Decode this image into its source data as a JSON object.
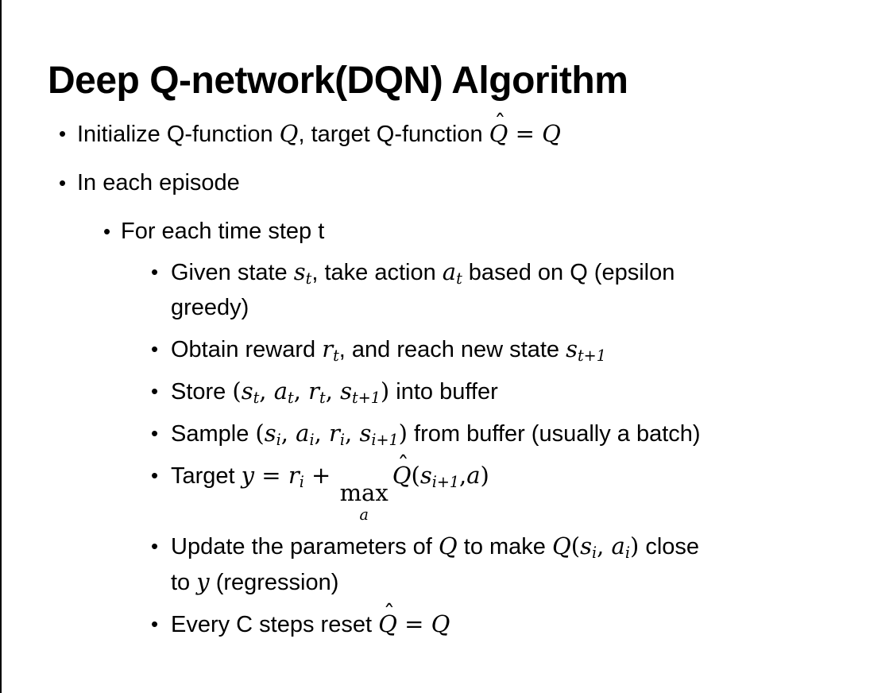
{
  "slide": {
    "title": "Deep Q-network(DQN) Algorithm",
    "bullets": [
      {
        "level": 1,
        "segments": [
          [
            "t",
            "Initialize Q-function "
          ],
          [
            "m",
            "Q"
          ],
          [
            "t",
            ", target Q-function "
          ],
          [
            "hat",
            "Q"
          ],
          [
            "mn",
            " = "
          ],
          [
            "m",
            "Q"
          ]
        ]
      },
      {
        "level": 1,
        "segments": [
          [
            "t",
            "In each episode"
          ]
        ]
      },
      {
        "level": 2,
        "segments": [
          [
            "t",
            "For each time step t"
          ]
        ]
      },
      {
        "level": 3,
        "segments": [
          [
            "t",
            "Given state "
          ],
          [
            "msub",
            "s",
            "t"
          ],
          [
            "t",
            ", take action "
          ],
          [
            "msub",
            "a",
            "t"
          ],
          [
            "t",
            " based on Q (epsilon"
          ],
          [
            "br"
          ],
          [
            "t",
            "greedy)"
          ]
        ]
      },
      {
        "level": 3,
        "segments": [
          [
            "t",
            "Obtain reward "
          ],
          [
            "msub",
            "r",
            "t"
          ],
          [
            "t",
            ", and reach new state "
          ],
          [
            "msub",
            "s",
            "t+1"
          ]
        ]
      },
      {
        "level": 3,
        "segments": [
          [
            "t",
            "Store "
          ],
          [
            "mn",
            "("
          ],
          [
            "msub",
            "s",
            "t"
          ],
          [
            "mn",
            ", "
          ],
          [
            "msub",
            "a",
            "t"
          ],
          [
            "mn",
            ", "
          ],
          [
            "msub",
            "r",
            "t"
          ],
          [
            "mn",
            ", "
          ],
          [
            "msub",
            "s",
            "t+1"
          ],
          [
            "mn",
            ")"
          ],
          [
            "t",
            " into buffer"
          ]
        ]
      },
      {
        "level": 3,
        "segments": [
          [
            "t",
            "Sample "
          ],
          [
            "mn",
            "("
          ],
          [
            "msub",
            "s",
            "i"
          ],
          [
            "mn",
            ", "
          ],
          [
            "msub",
            "a",
            "i"
          ],
          [
            "mn",
            ", "
          ],
          [
            "msub",
            "r",
            "i"
          ],
          [
            "mn",
            ", "
          ],
          [
            "msub",
            "s",
            "i+1"
          ],
          [
            "mn",
            ")"
          ],
          [
            "t",
            " from buffer (usually a batch)"
          ]
        ]
      },
      {
        "level": 3,
        "segments": [
          [
            "t",
            "Target "
          ],
          [
            "m",
            "y"
          ],
          [
            "mn",
            " = "
          ],
          [
            "msub",
            "r",
            "i"
          ],
          [
            "mn",
            " + "
          ],
          [
            "max",
            "max",
            "a"
          ],
          [
            "hat",
            "Q"
          ],
          [
            "mn",
            "("
          ],
          [
            "msub",
            "s",
            "i+1"
          ],
          [
            "mn",
            ","
          ],
          [
            "m",
            "a"
          ],
          [
            "mn",
            ")"
          ]
        ]
      },
      {
        "level": 3,
        "segments": [
          [
            "t",
            "Update the parameters of "
          ],
          [
            "m",
            "Q"
          ],
          [
            "t",
            " to make "
          ],
          [
            "m",
            "Q"
          ],
          [
            "mn",
            "("
          ],
          [
            "msub",
            "s",
            "i"
          ],
          [
            "mn",
            ", "
          ],
          [
            "msub",
            "a",
            "i"
          ],
          [
            "mn",
            ")"
          ],
          [
            "t",
            " close"
          ],
          [
            "br"
          ],
          [
            "t",
            "to "
          ],
          [
            "m",
            "y"
          ],
          [
            "t",
            " (regression)"
          ]
        ]
      },
      {
        "level": 3,
        "segments": [
          [
            "t",
            "Every C steps reset "
          ],
          [
            "hat",
            "Q"
          ],
          [
            "mn",
            " = "
          ],
          [
            "m",
            "Q"
          ]
        ]
      }
    ],
    "bullet_glyph": "•",
    "hat_glyph": "ˆ"
  },
  "colors": {
    "text": "#000000",
    "background": "#ffffff",
    "frame_line": "#000000"
  }
}
